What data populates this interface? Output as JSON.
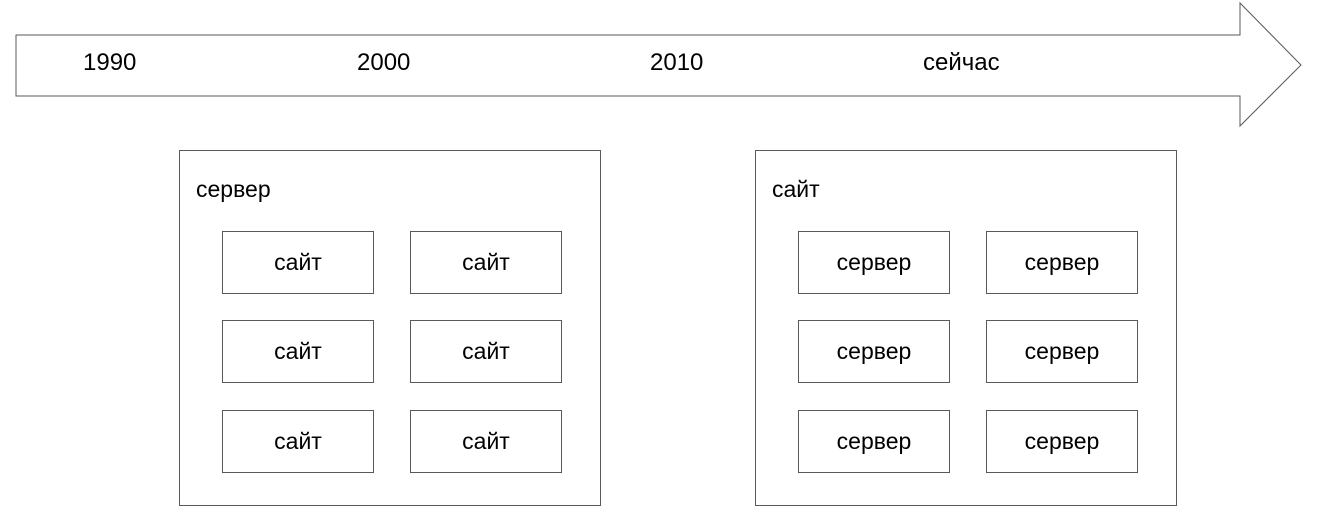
{
  "timeline": {
    "labels": [
      "1990",
      "2000",
      "2010",
      "сейчас"
    ]
  },
  "left_group": {
    "title": "сервер",
    "items": [
      "сайт",
      "сайт",
      "сайт",
      "сайт",
      "сайт",
      "сайт"
    ]
  },
  "right_group": {
    "title": "сайт",
    "items": [
      "сервер",
      "сервер",
      "сервер",
      "сервер",
      "сервер",
      "сервер"
    ]
  },
  "colors": {
    "stroke": "#595959",
    "text": "#000000",
    "background": "#ffffff"
  }
}
